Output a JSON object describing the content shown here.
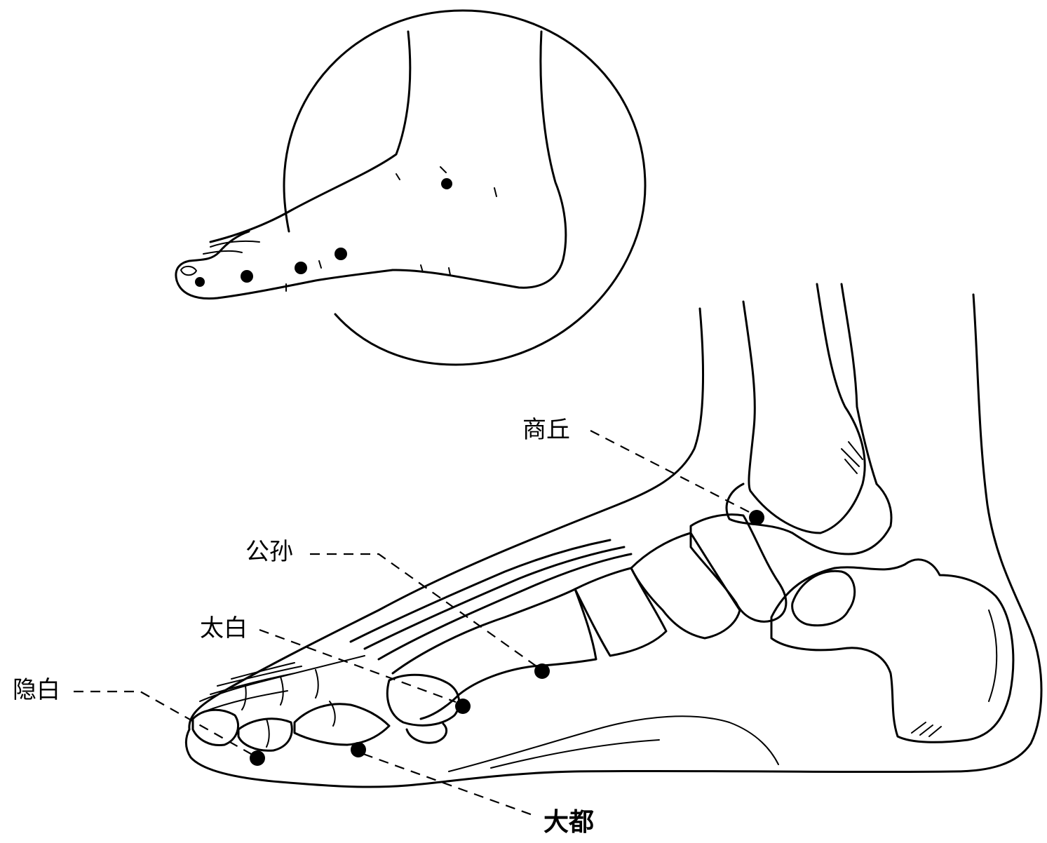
{
  "labels": {
    "shangqiu": "商丘",
    "gongsun": "公孙",
    "taibai": "太白",
    "yinbai": "隐白",
    "dadu": "大都"
  }
}
